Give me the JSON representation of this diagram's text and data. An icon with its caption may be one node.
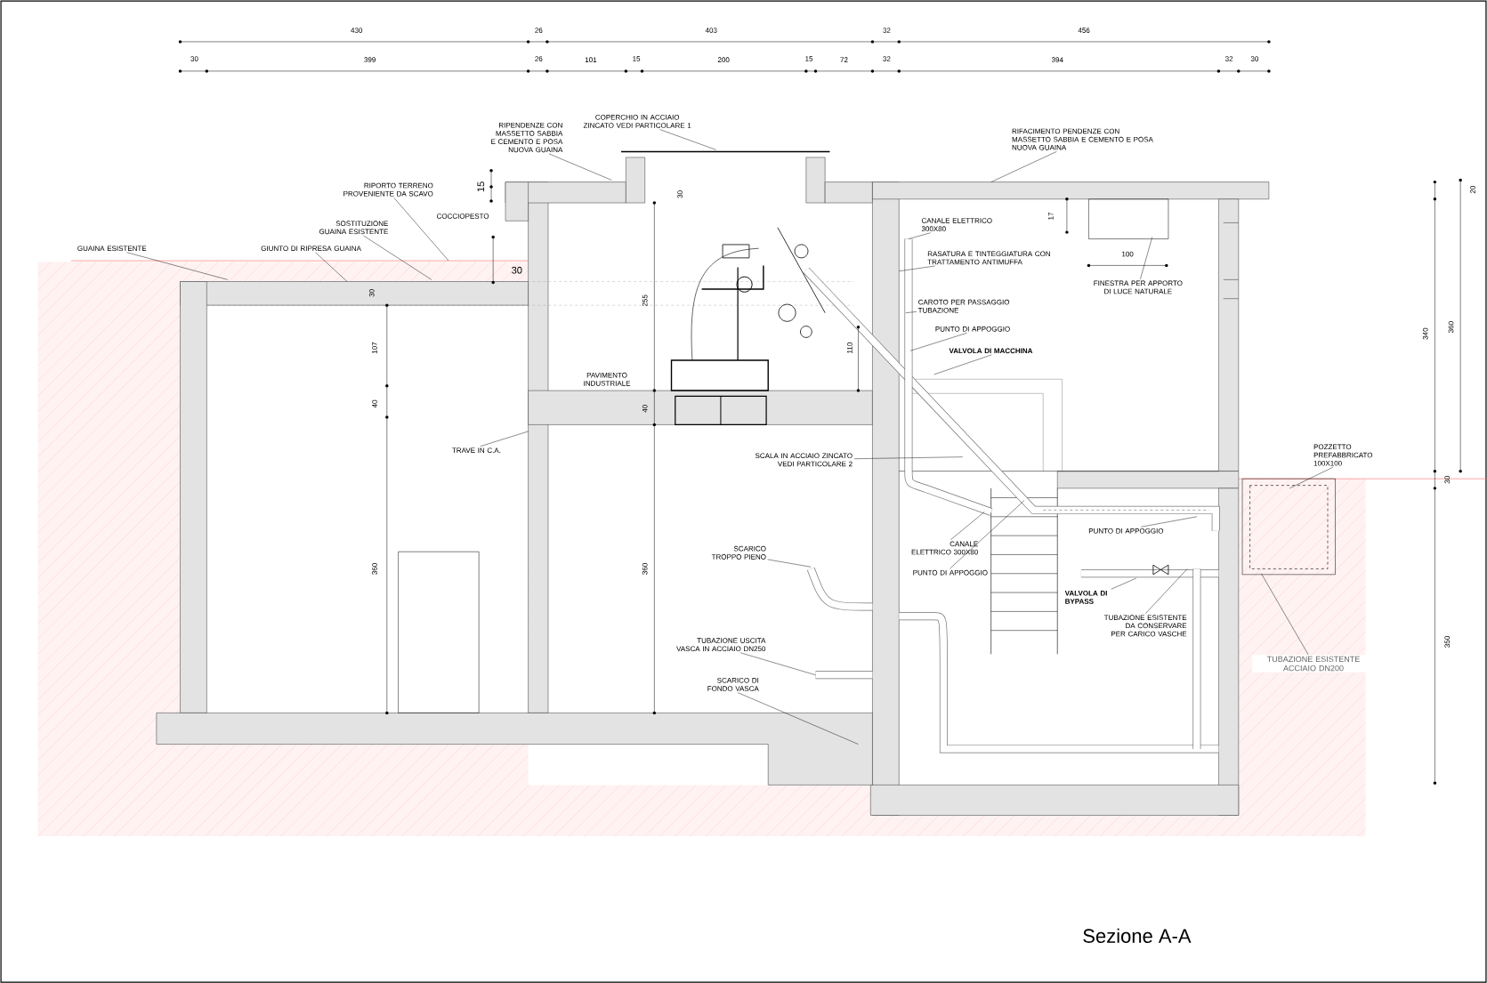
{
  "diagram": {
    "title": "Sezione A-A",
    "nodes": [
      {
        "text": [
          "COPERCHIO IN ACCIAIO ZINCATO VEDI PARTICOLARE 1"
        ]
      },
      {
        "text": [
          "RIPENDENZE CON MASSETTO SABBIA E CEMENTO E POSA NUOVA GUAINA"
        ]
      },
      {
        "text": [
          "RIPORTO TERRENO PROVENIENTE DA SCAVO"
        ]
      },
      {
        "text": [
          "SOSTITUZIONE GUAINA ESISTENTE"
        ]
      },
      {
        "text": [
          "GUAINA ESISTENTE"
        ]
      },
      {
        "text": [
          "GIUNTO DI RIPRESA GUAINA"
        ]
      },
      {
        "text": [
          "RIFACIMENTO PENDENZE CON MASSETTO SABBIA E CEMENTO E POSA NUOVA GUAINA"
        ]
      },
      {
        "text": [
          "CANALE ELETTRICO 300X80"
        ]
      },
      {
        "text": [
          "RASATURA E TINTEGGIATURA CON TRATTAMENTO ANTIMUFFA"
        ]
      },
      {
        "text": [
          "CAROTO PER PASSAGGIO TUBAZIONE"
        ]
      },
      {
        "text": [
          "PUNTO DI APPOGGIO"
        ]
      },
      {
        "text": [
          "VALVOLA DI MACCHINA"
        ]
      },
      {
        "text": [
          "FINESTRA PER APPORTO DI LUCE NATURALE"
        ]
      },
      {
        "text": [
          "TRAVE IN C.A."
        ]
      },
      {
        "text": [
          "SCALA IN ACCIAIO ZINCATO VEDI PARTICOLARE 2"
        ]
      },
      {
        "text": [
          "SCARICO TROPPO PIENO"
        ]
      },
      {
        "text": [
          "TUBAZIONE USCITA VASCA IN ACCIAIO DN250"
        ]
      },
      {
        "text": [
          "SCARICO DI FONDO VASCA"
        ]
      },
      {
        "text": [
          "CANALE ELETTRICO 300X80"
        ]
      },
      {
        "text": [
          "PUNTO DI APPOGGIO"
        ]
      },
      {
        "text": [
          "PUNTO DI APPOGGIO"
        ]
      },
      {
        "text": [
          "VALVOLA DI BYPASS"
        ]
      },
      {
        "text": [
          "TUBAZIONE ESISTENTE DA CONSERVARE PER CARICO VASCHE"
        ]
      },
      {
        "text": [
          "POZZETTO PREFABBRICATO 100X100"
        ]
      },
      {
        "text": [
          "TUBAZIONE ESISTENTE ACCIAIO DN200"
        ]
      }
    ],
    "edges": [
      {
        "from": 0,
        "to": null,
        "arrow": "none"
      },
      {
        "from": 1,
        "to": null,
        "arrow": "none"
      },
      {
        "from": 2,
        "to": null,
        "arrow": "none"
      },
      {
        "from": 3,
        "to": null,
        "arrow": "none"
      },
      {
        "from": 4,
        "to": null,
        "arrow": "none"
      },
      {
        "from": 5,
        "to": null,
        "arrow": "none"
      },
      {
        "from": 6,
        "to": null,
        "arrow": "none"
      },
      {
        "from": 7,
        "to": null,
        "arrow": "none"
      },
      {
        "from": 8,
        "to": null,
        "arrow": "none"
      },
      {
        "from": 9,
        "to": null,
        "arrow": "none"
      },
      {
        "from": 10,
        "to": null,
        "arrow": "none"
      },
      {
        "from": 11,
        "to": null,
        "arrow": "none"
      },
      {
        "from": 12,
        "to": null,
        "arrow": "none"
      },
      {
        "from": 13,
        "to": null,
        "arrow": "none"
      },
      {
        "from": 14,
        "to": null,
        "arrow": "none"
      },
      {
        "from": 15,
        "to": null,
        "arrow": "none"
      },
      {
        "from": 16,
        "to": null,
        "arrow": "none"
      },
      {
        "from": 17,
        "to": null,
        "arrow": "none"
      },
      {
        "from": 18,
        "to": null,
        "arrow": "none"
      },
      {
        "from": 19,
        "to": null,
        "arrow": "none"
      },
      {
        "from": 20,
        "to": null,
        "arrow": "none"
      },
      {
        "from": 21,
        "to": null,
        "arrow": "none"
      },
      {
        "from": 22,
        "to": null,
        "arrow": "none"
      },
      {
        "from": 23,
        "to": null,
        "arrow": "none"
      },
      {
        "from": 24,
        "to": null,
        "arrow": "none"
      }
    ],
    "labels": [
      "430",
      "26",
      "403",
      "32",
      "456",
      "30",
      "399",
      "26",
      "101",
      "15",
      "200",
      "15",
      "72",
      "32",
      "394",
      "32",
      "30",
      "15",
      "30",
      "COCCIOPESTO",
      "30",
      "30",
      "107",
      "40",
      "360",
      "255",
      "110",
      "PAVIMENTO INDUSTRIALE",
      "40",
      "360",
      "17",
      "100",
      "20",
      "340",
      "360",
      "30",
      "350"
    ]
  }
}
